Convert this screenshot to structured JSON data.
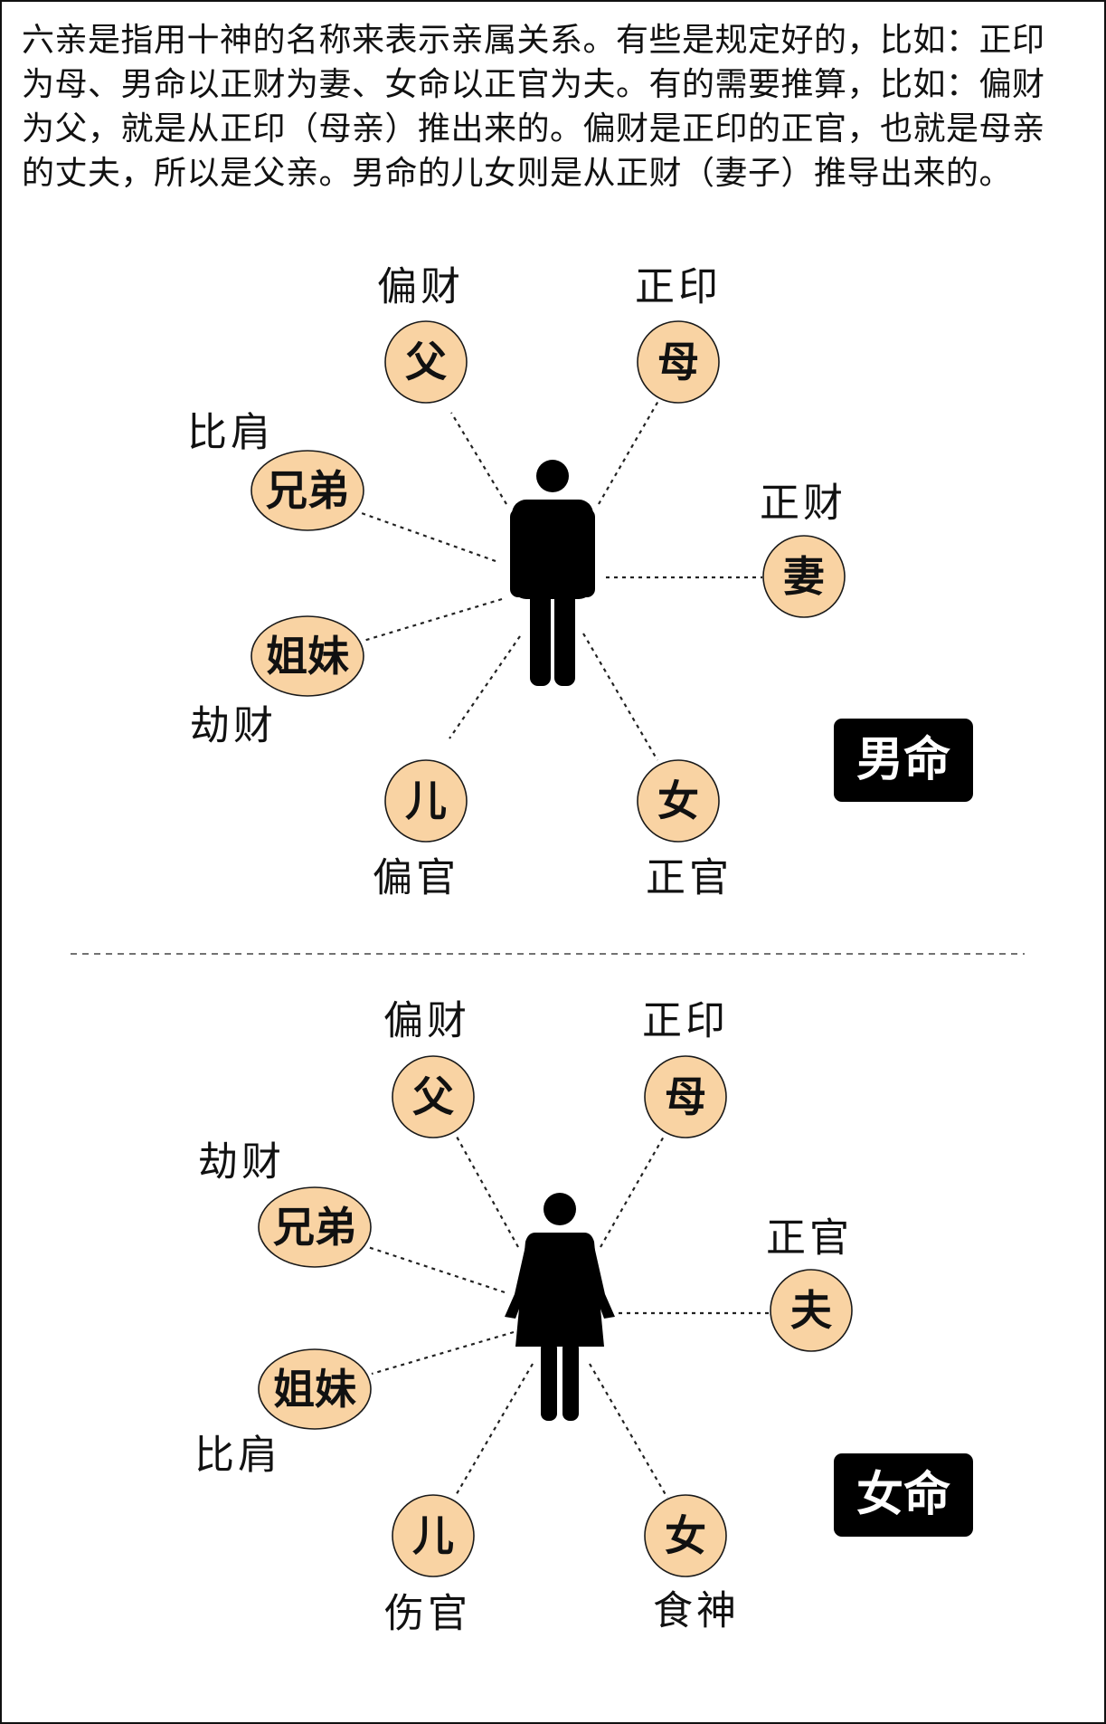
{
  "intro": {
    "lines": [
      "六亲是指用十神的名称来表示亲属关系。有些是规定好的，比如：正印",
      "为母、男命以正财为妻、女命以正官为夫。有的需要推算，比如：偏财",
      "为父，就是从正印（母亲）推出来的。偏财是正印的正官，也就是母亲",
      "的丈夫，所以是父亲。男命的儿女则是从正财（妻子）推导出来的。"
    ]
  },
  "colors": {
    "node_fill": "#f9d3a3",
    "badge": "#000000",
    "figure": "#000000"
  },
  "male": {
    "badge": "男命",
    "figure_icon": "man-icon",
    "nodes": {
      "father": {
        "relative": "父",
        "god": "偏财"
      },
      "mother": {
        "relative": "母",
        "god": "正印"
      },
      "brothers": {
        "relative": "兄弟",
        "god": "比肩"
      },
      "sisters": {
        "relative": "姐妹",
        "god": "劫财"
      },
      "spouse": {
        "relative": "妻",
        "god": "正财"
      },
      "son": {
        "relative": "儿",
        "god": "偏官"
      },
      "daughter": {
        "relative": "女",
        "god": "正官"
      }
    }
  },
  "female": {
    "badge": "女命",
    "figure_icon": "woman-icon",
    "nodes": {
      "father": {
        "relative": "父",
        "god": "偏财"
      },
      "mother": {
        "relative": "母",
        "god": "正印"
      },
      "brothers": {
        "relative": "兄弟",
        "god": "劫财"
      },
      "sisters": {
        "relative": "姐妹",
        "god": "比肩"
      },
      "spouse": {
        "relative": "夫",
        "god": "正官"
      },
      "son": {
        "relative": "儿",
        "god": "伤官"
      },
      "daughter": {
        "relative": "女",
        "god": "食神"
      }
    }
  }
}
